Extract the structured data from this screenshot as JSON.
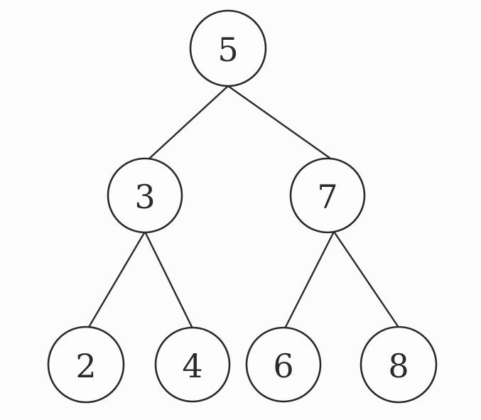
{
  "tree": {
    "nodes": [
      {
        "id": "n5",
        "label": "5"
      },
      {
        "id": "n3",
        "label": "3"
      },
      {
        "id": "n7",
        "label": "7"
      },
      {
        "id": "n2",
        "label": "2"
      },
      {
        "id": "n4",
        "label": "4"
      },
      {
        "id": "n6",
        "label": "6"
      },
      {
        "id": "n8",
        "label": "8"
      }
    ],
    "edges": [
      {
        "from": "n5",
        "to": "n3"
      },
      {
        "from": "n5",
        "to": "n7"
      },
      {
        "from": "n3",
        "to": "n2"
      },
      {
        "from": "n3",
        "to": "n4"
      },
      {
        "from": "n7",
        "to": "n6"
      },
      {
        "from": "n7",
        "to": "n8"
      }
    ]
  }
}
